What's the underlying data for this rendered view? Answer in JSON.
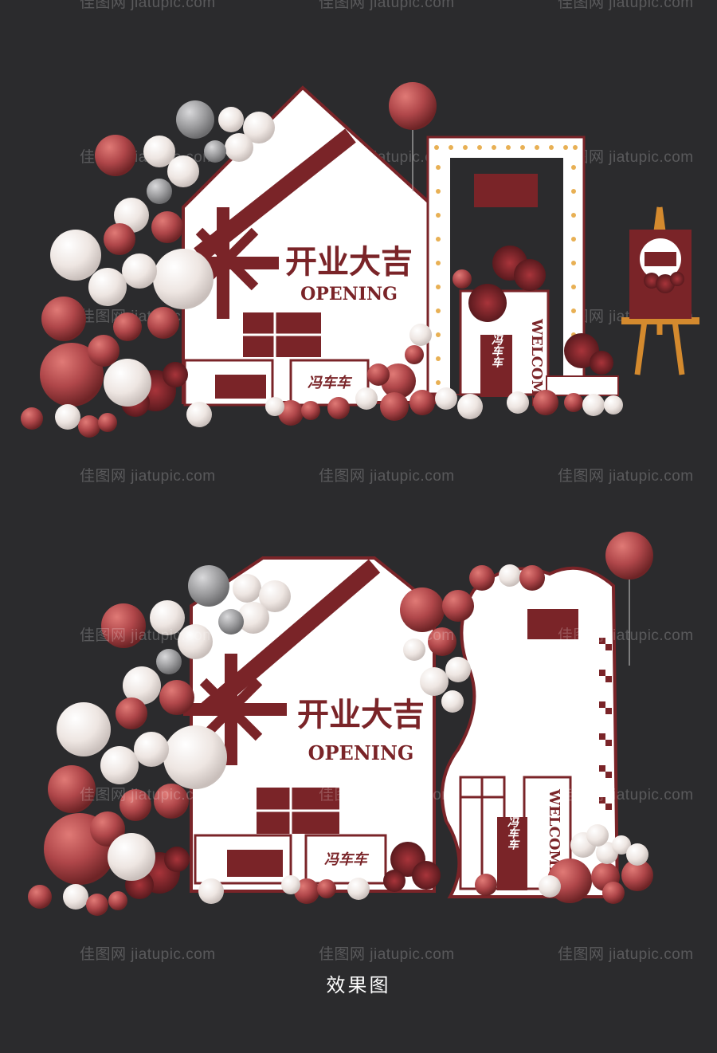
{
  "scene_top": {
    "headline": "开业大吉",
    "subline": "OPENING",
    "brand_box": "冯车车",
    "welcome": "WELCOME",
    "pillar_text": "冯车车"
  },
  "scene_bottom": {
    "headline": "开业大吉",
    "subline": "OPENING",
    "brand_box": "冯车车",
    "welcome": "WELCOME",
    "pillar_text": "冯车车"
  },
  "caption": "效果图",
  "watermark": "佳图网 jiatupic.com",
  "colors": {
    "background": "#2b2b2d",
    "burgundy": "#7a2428",
    "red_balloon": "#b0474a",
    "white_balloon": "#efe8e4",
    "silver_balloon": "#9a9a9c",
    "easel": "#d48a2e"
  }
}
